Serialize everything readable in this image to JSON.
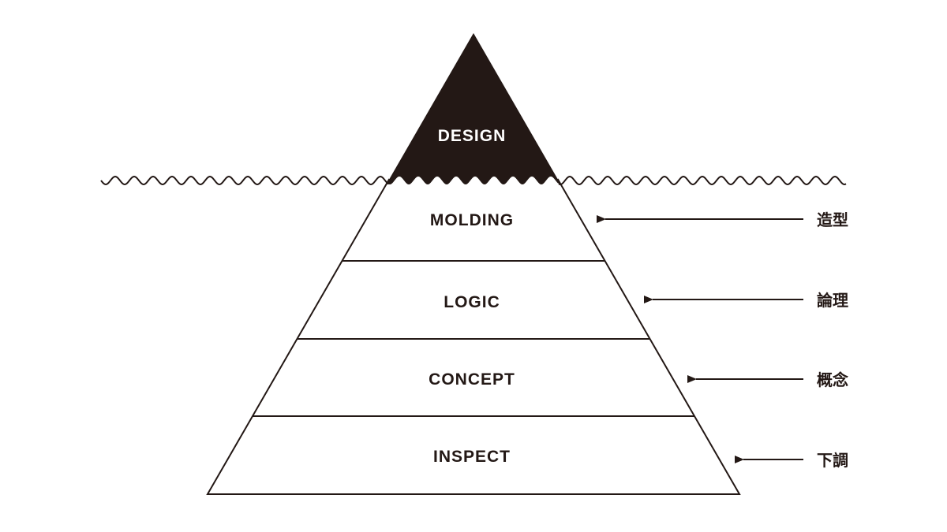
{
  "diagram": {
    "tip": {
      "label": "DESIGN",
      "fill": "#231815",
      "text_color": "#ffffff"
    },
    "tiers": [
      {
        "label": "MOLDING",
        "jp": "造型"
      },
      {
        "label": "LOGIC",
        "jp": "論理"
      },
      {
        "label": "CONCEPT",
        "jp": "概念"
      },
      {
        "label": "INSPECT",
        "jp": "下調"
      }
    ],
    "colors": {
      "ink": "#231815",
      "background": "#ffffff"
    }
  }
}
